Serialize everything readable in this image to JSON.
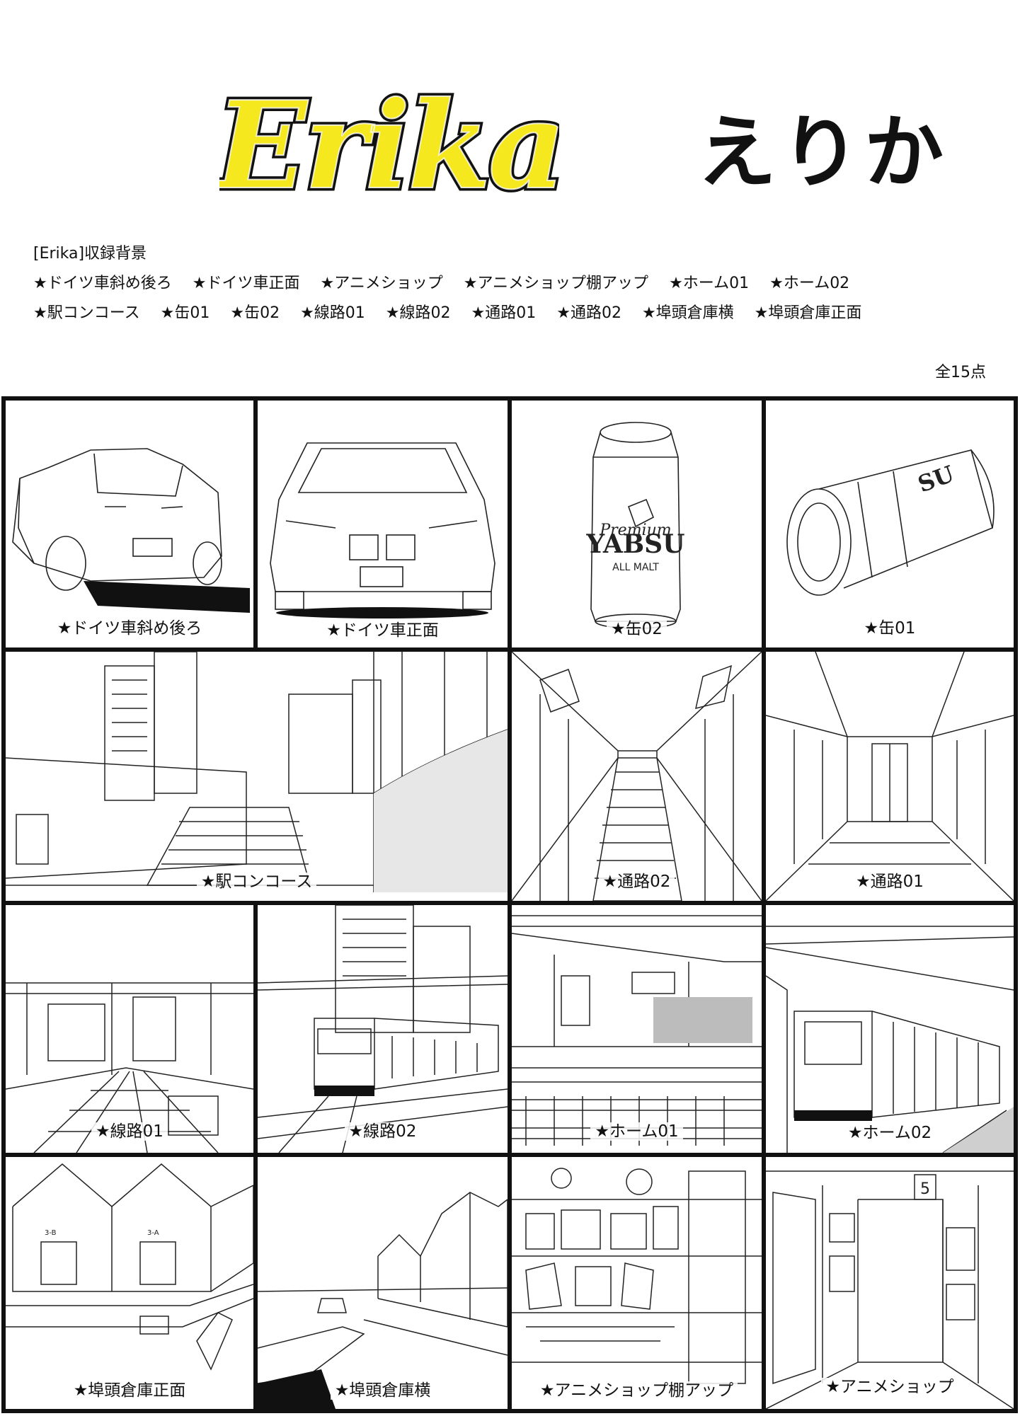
{
  "title": {
    "logo_text": "Erika",
    "kana": "えりか"
  },
  "info": {
    "heading": "[Erika]収録背景",
    "line1": [
      "★ドイツ車斜め後ろ",
      "★ドイツ車正面",
      "★アニメショップ",
      "★アニメショップ棚アップ",
      "★ホーム01",
      "★ホーム02"
    ],
    "line2": [
      "★駅コンコース",
      "★缶01",
      "★缶02",
      "★線路01",
      "★線路02",
      "★通路01",
      "★通路02",
      "★埠頭倉庫横",
      "★埠頭倉庫正面"
    ],
    "total": "全15点"
  },
  "colors": {
    "logo_fill": "#f5e81e",
    "logo_outline": "#111111"
  },
  "panels": [
    {
      "caption": "★ドイツ車斜め後ろ",
      "scene": "car-rear-icon"
    },
    {
      "caption": "★ドイツ車正面",
      "scene": "car-front-icon"
    },
    {
      "caption": "★缶02",
      "scene": "can-standing-icon"
    },
    {
      "caption": "★缶01",
      "scene": "can-lying-icon"
    },
    {
      "caption": "★駅コンコース",
      "scene": "concourse-icon"
    },
    {
      "caption": "★通路02",
      "scene": "stair-corridor-icon"
    },
    {
      "caption": "★通路01",
      "scene": "corridor-icon"
    },
    {
      "caption": "★線路01",
      "scene": "rail-tracks-icon"
    },
    {
      "caption": "★線路02",
      "scene": "rail-train-icon"
    },
    {
      "caption": "★ホーム01",
      "scene": "platform-icon"
    },
    {
      "caption": "★ホーム02",
      "scene": "platform-train-icon"
    },
    {
      "caption": "★埠頭倉庫正面",
      "scene": "warehouse-front-icon"
    },
    {
      "caption": "★埠頭倉庫横",
      "scene": "warehouse-side-icon"
    },
    {
      "caption": "★アニメショップ棚アップ",
      "scene": "shop-shelf-icon"
    },
    {
      "caption": "★アニメショップ",
      "scene": "shop-aisle-icon"
    }
  ]
}
